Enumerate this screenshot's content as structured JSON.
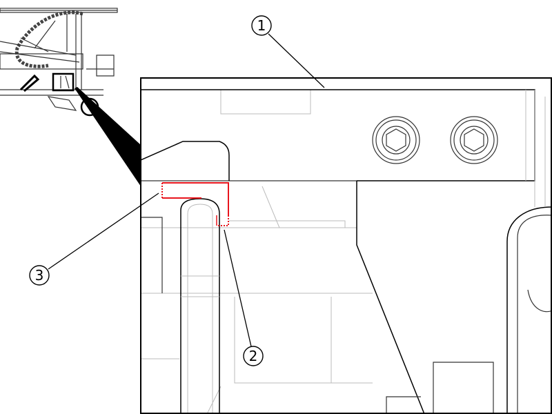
{
  "figure": {
    "callouts": [
      {
        "label": "1"
      },
      {
        "label": "2"
      },
      {
        "label": "3"
      }
    ],
    "highlight_color": "#e8141c",
    "line_color": "#000000"
  }
}
